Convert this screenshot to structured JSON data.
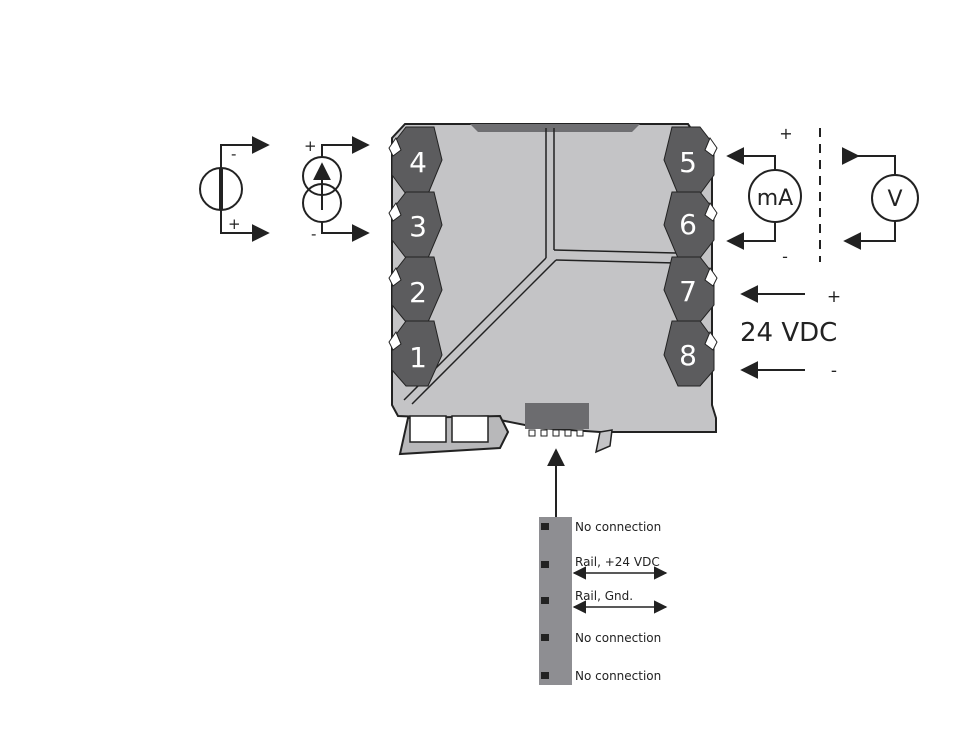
{
  "terminals": [
    "4",
    "3",
    "2",
    "1",
    "5",
    "6",
    "7",
    "8"
  ],
  "input_side": {
    "voltage_source": {
      "top_sign": "-",
      "bottom_sign": "+",
      "icon": "voltage-source-icon"
    },
    "current_source": {
      "top_sign": "+",
      "bottom_sign": "-",
      "icon": "current-source-icon"
    }
  },
  "output_side": {
    "plus_sign": "+",
    "minus_sign": "-",
    "ammeter_label": "mA",
    "voltmeter_label": "V"
  },
  "supply": {
    "label": "24 VDC",
    "plus_sign": "+",
    "minus_sign": "-"
  },
  "connector_pins": [
    "No connection",
    "Rail, +24 VDC",
    "Rail, Gnd.",
    "No connection",
    "No connection"
  ],
  "colors": {
    "housing": "#c4c4c6",
    "terminal": "#5c5c5e",
    "connector": "#8e8e92",
    "line": "#222222"
  }
}
